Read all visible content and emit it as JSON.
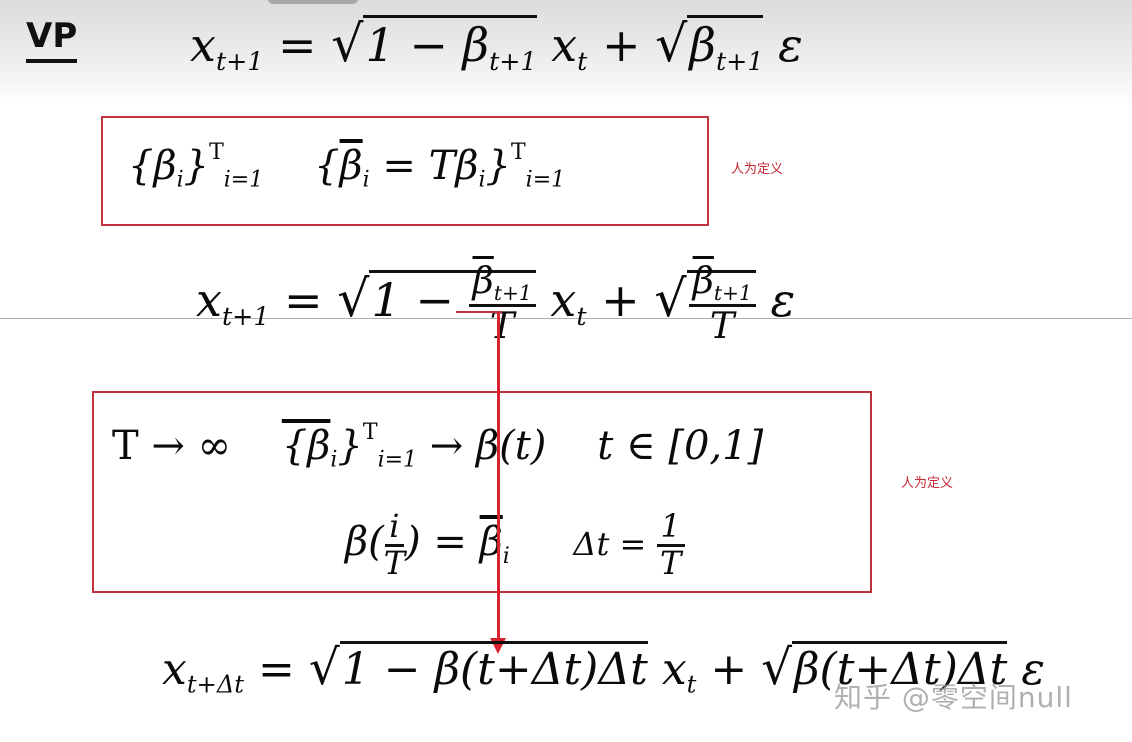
{
  "header": {
    "label": "VP",
    "equation": {
      "lhs": "x",
      "lhs_sub": "t+1",
      "equals": "=",
      "sqrt1_body": "1 − β",
      "sqrt1_sub": "t+1",
      "xt": "x",
      "xt_sub": "t",
      "plus": "+",
      "sqrt2_body": "β",
      "sqrt2_sub": "t+1",
      "eps": "ε"
    }
  },
  "box1": {
    "set1": "{β",
    "set1_sub": "i",
    "set1_close": "}",
    "set1_upper": "T",
    "set1_lower": "i=1",
    "set2_open": "{",
    "set2_bar": "β",
    "set2_sub": "i",
    "set2_eq": " = Tβ",
    "set2_sub2": "i",
    "set2_close": "}",
    "set2_upper": "T",
    "set2_lower": "i=1",
    "note": "人为定义"
  },
  "equation2": {
    "lhs": "x",
    "lhs_sub": "t+1",
    "equals": "=",
    "one_minus": "1 − ",
    "frac_num": "β",
    "frac_num_sub": "t+1",
    "frac_den": "T",
    "xt": "x",
    "xt_sub": "t",
    "plus": "+",
    "frac2_num": "β",
    "frac2_num_sub": "t+1",
    "frac2_den": "T",
    "eps": "ε"
  },
  "box2": {
    "line1_limit": "T → ∞",
    "line1_set": "{β",
    "line1_set_sub": "i",
    "line1_set_close": "}",
    "line1_upper": "T",
    "line1_lower": "i=1",
    "line1_arrow": " → β(t)",
    "line1_domain": "t ∈ [0,1]",
    "line2_lhs": "β(",
    "line2_frac_num": "i",
    "line2_frac_den": "T",
    "line2_rhs_open": ") = ",
    "line2_bar": "β",
    "line2_bar_sub": "i",
    "line2_dt": "Δt = ",
    "line2_dt_num": "1",
    "line2_dt_den": "T",
    "note": "人为定义"
  },
  "equation3": {
    "lhs": "x",
    "lhs_sub": "t+Δt",
    "equals": "=",
    "sqrt1_body": "1 − β(t+Δt)Δt",
    "xt": "x",
    "xt_sub": "t",
    "plus": "+",
    "sqrt2_body": "β(t+Δt)Δt",
    "eps": "ε"
  },
  "watermark": "知乎 @零空间null",
  "colors": {
    "annotation_red": "#c0323c",
    "arrow_red": "#d6232d",
    "ink": "#0a0a0a"
  }
}
